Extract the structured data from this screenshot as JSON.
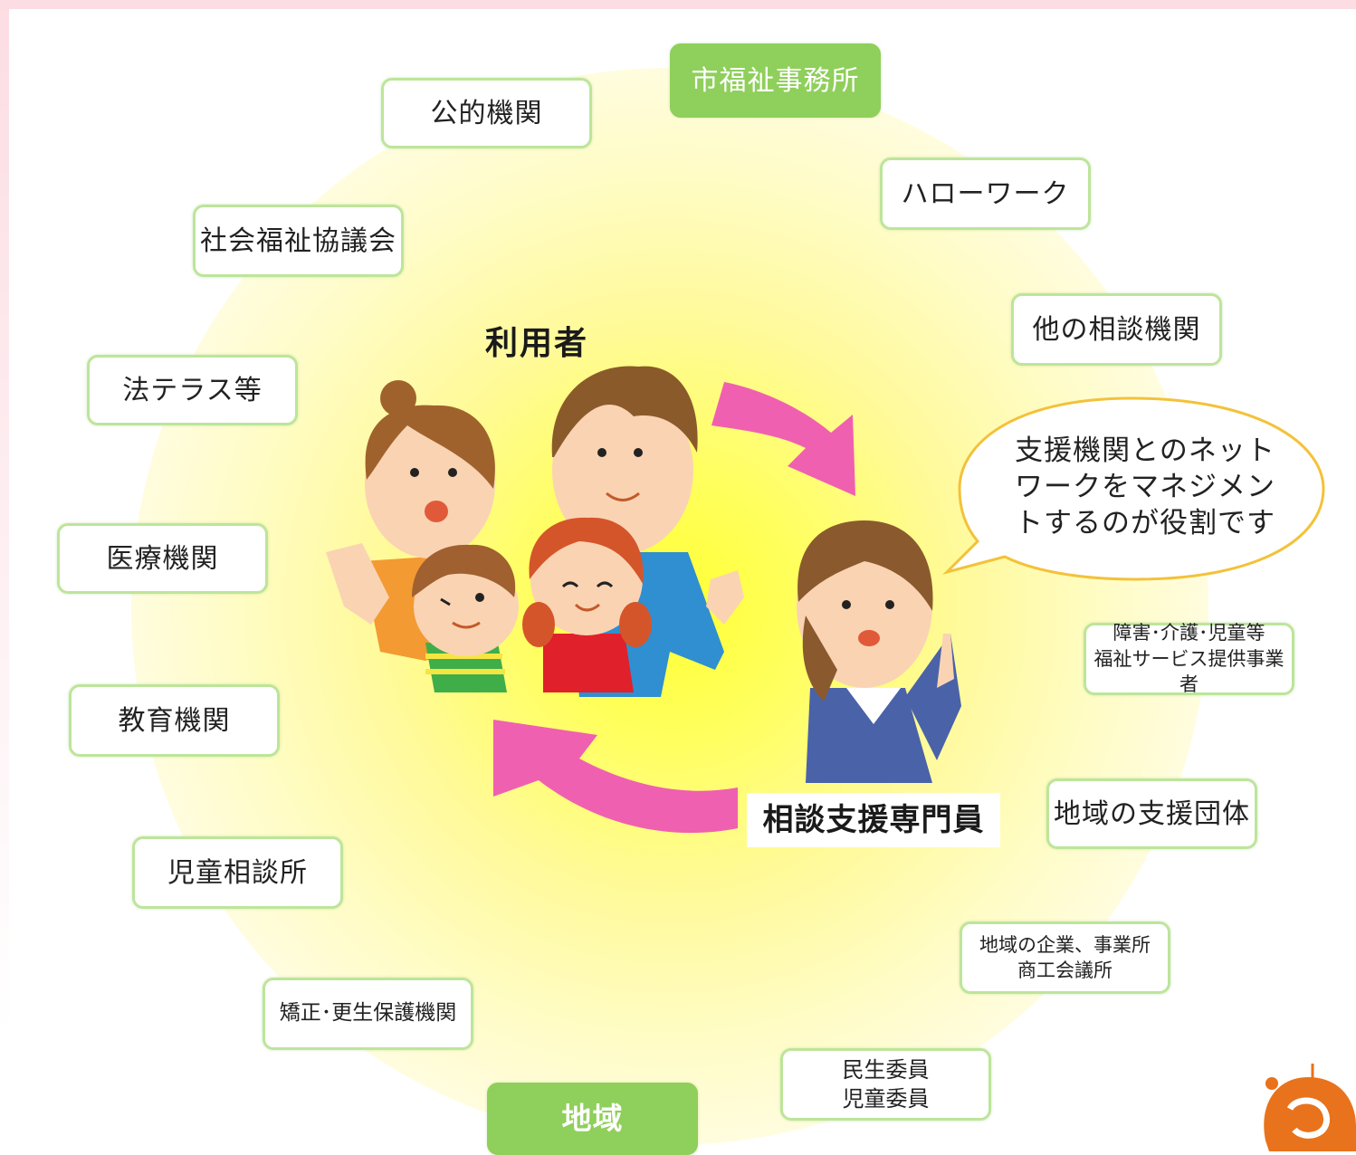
{
  "title": "利用者",
  "specialist_label": "相談支援専門員",
  "speech_bubble": "支援機関とのネット\nワークをマネジメン\nトするのが役割です",
  "colors": {
    "box_border": "#bde59a",
    "green_fill": "#8fcf5b",
    "arrow": "#f060b0",
    "glow": "#ffff40",
    "bubble_border": "#f3c23a"
  },
  "nodes": {
    "city_welfare_office": "市福祉事務所",
    "public_agency": "公的機関",
    "hello_work": "ハローワーク",
    "social_welfare_council": "社会福祉協議会",
    "other_consultation": "他の相談機関",
    "legal_terrace": "法テラス等",
    "medical": "医療機関",
    "welfare_providers": "障害･介護･児童等\n福祉サービス提供事業者",
    "education": "教育機関",
    "local_support": "地域の支援団体",
    "child_consultation": "児童相談所",
    "local_business": "地域の企業、事業所\n商工会議所",
    "correction": "矯正･更生保護機関",
    "commissioners": "民生委員\n児童委員",
    "community": "地域"
  },
  "icons": [
    "people-family-illustration",
    "consultant-woman-illustration",
    "cycle-arrow",
    "logo"
  ]
}
